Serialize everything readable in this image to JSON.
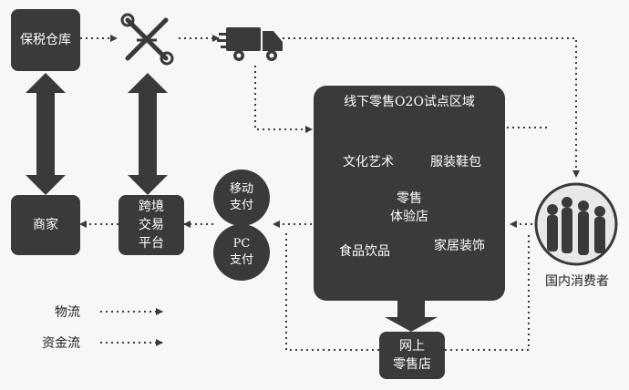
{
  "nodes": {
    "bonded_warehouse": "保税仓库",
    "merchant": "商家",
    "cross_border_platform": "跨境\n交易\n平台",
    "mobile_pay": "移动\n支付",
    "pc_pay": "PC\n支付",
    "o2o_region_title": "线下零售O2O试点区域",
    "culture_art": "文化艺术",
    "clothing": "服装鞋包",
    "retail_store": "零售\n体验店",
    "food": "食品饮品",
    "home": "家居装饰",
    "online_store": "网上\n零售店",
    "domestic_consumers": "国内消费者"
  },
  "legend": {
    "logistics": "物流",
    "capital_flow": "资金流"
  },
  "icons": {
    "customs": "customs-tools-icon",
    "truck": "truck-icon",
    "consumers": "consumers-photo-icon"
  },
  "colors": {
    "node_fill": "#3a3a3a",
    "arrow": "#3a3a3a",
    "background": "#f7f7f5"
  }
}
